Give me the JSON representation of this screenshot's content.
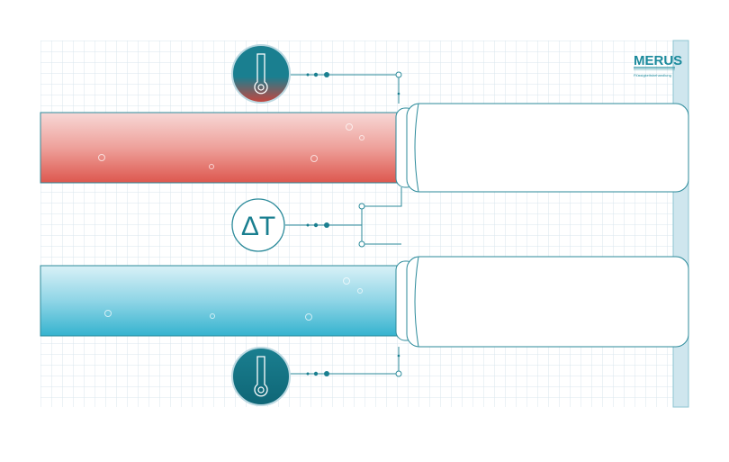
{
  "diagram": {
    "delta_label": "ΔT",
    "logo": {
      "name": "MERUS",
      "subtitle": "Flüssigkeitsbehandlung"
    },
    "colors": {
      "teal": "#1a7f90",
      "hot": "#e05a52",
      "cold": "#3fb8d2",
      "grid": "#d6e6ee"
    }
  }
}
